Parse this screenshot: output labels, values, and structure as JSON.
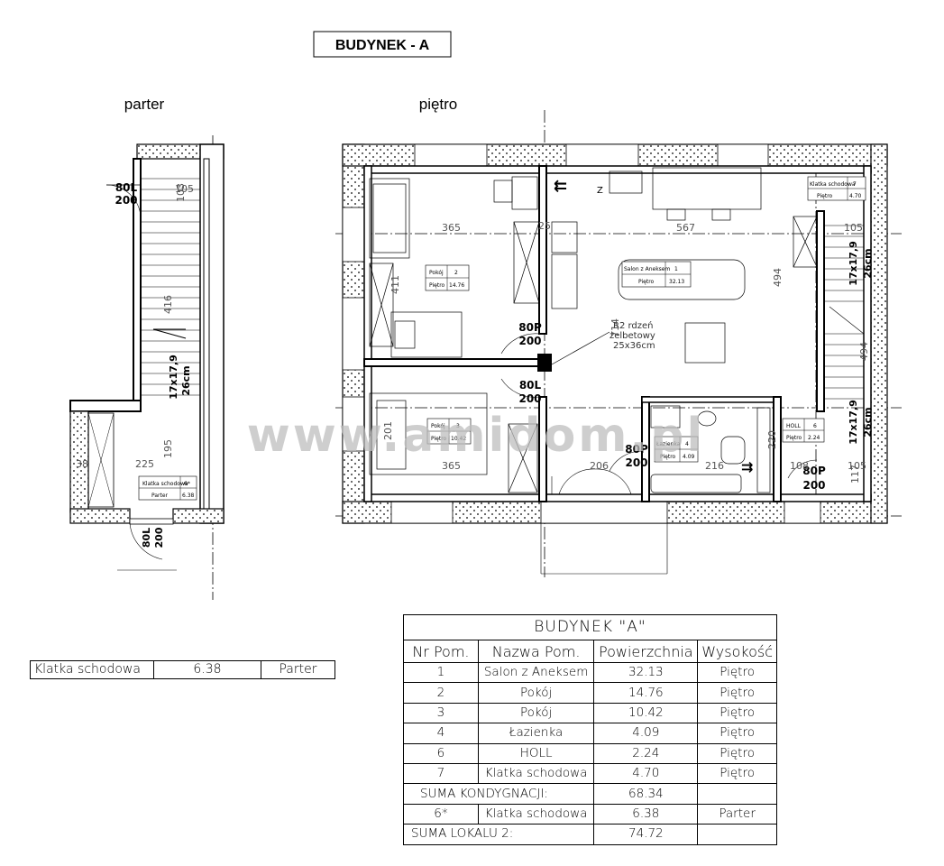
{
  "header": {
    "building_title": "BUDYNEK - A"
  },
  "plans": {
    "ground_label": "parter",
    "upper_label": "piętro"
  },
  "ground": {
    "door_top_1": "80L",
    "door_top_2": "200",
    "dim_105": "105",
    "dim_103": "103",
    "dim_416": "416",
    "stair_1": "17x17,9",
    "stair_2": "26cm",
    "dim_195": "195",
    "dim_225": "225",
    "dim_38": "38",
    "door_bottom_1": "80L",
    "door_bottom_2": "200",
    "label": {
      "name": "Klatka schodowa",
      "no": "6*",
      "floor": "Parter",
      "area": "6.38"
    }
  },
  "upper": {
    "dim_365_top": "365",
    "dim_411": "411",
    "dim_567": "567",
    "dim_494_mid": "494",
    "dim_494_right": "494",
    "dim_714": "714",
    "dim_105_r": "105",
    "dim_494_stair": "494",
    "dim_365_bot": "365",
    "dim_201": "201",
    "dim_206": "206",
    "dim_216": "216",
    "dim_220": "220",
    "dim_108": "108",
    "dim_105_b": "105",
    "dim_117": "117",
    "dim_25": "25",
    "z_mark": "Z",
    "door_80p_1a": "80P",
    "door_80p_1b": "200",
    "door_80l_a": "80L",
    "door_80l_b": "200",
    "door_80p_2a": "80P",
    "door_80p_2b": "200",
    "door_80p_3a": "80P",
    "door_80p_3b": "200",
    "stair_r_1": "17x17,9",
    "stair_r_2": "26cm",
    "stair_r2_1": "17x17,9",
    "stair_r2_2": "26cm",
    "core_1": "R2 rdzeń",
    "core_2": "żelbetowy",
    "core_3": "25x36cm",
    "label_pokoj2": {
      "name": "Pokój",
      "no": "2",
      "floor": "Piętro",
      "area": "14.76"
    },
    "label_salon": {
      "name": "Salon z Aneksem",
      "no": "1",
      "floor": "Piętro",
      "area": "32.13"
    },
    "label_pokoj3": {
      "name": "Pokój",
      "no": "3",
      "floor": "Piętro",
      "area": "10.42"
    },
    "label_laz": {
      "name": "Łazienka",
      "no": "4",
      "floor": "Piętro",
      "area": "4.09"
    },
    "label_holl": {
      "name": "HOLL",
      "no": "6",
      "floor": "Piętro",
      "area": "2.24"
    },
    "label_klatka": {
      "name": "Klatka schodowa",
      "no": "7",
      "floor": "Piętro",
      "area": "4.70"
    }
  },
  "watermark": "www.amidom.pl",
  "side_table": {
    "name": "Klatka schodowa",
    "area": "6.38",
    "floor": "Parter"
  },
  "main_table": {
    "title": "BUDYNEK \"A\"",
    "headers": [
      "Nr Pom.",
      "Nazwa Pom.",
      "Powierzchnia",
      "Wysokość"
    ],
    "rows": [
      [
        "1",
        "Salon z Aneksem",
        "32.13",
        "Piętro"
      ],
      [
        "2",
        "Pokój",
        "14.76",
        "Piętro"
      ],
      [
        "3",
        "Pokój",
        "10.42",
        "Piętro"
      ],
      [
        "4",
        "Łazienka",
        "4.09",
        "Piętro"
      ],
      [
        "6",
        "HOLL",
        "2.24",
        "Piętro"
      ],
      [
        "7",
        "Klatka schodowa",
        "4.70",
        "Piętro"
      ]
    ],
    "sum_floor_label": "SUMA KONDYGNACJI:",
    "sum_floor_value": "68.34",
    "extra_row": [
      "6*",
      "Klatka schodowa",
      "6.38",
      "Parter"
    ],
    "sum_total_label": "SUMA LOKALU 2:",
    "sum_total_value": "74.72"
  }
}
